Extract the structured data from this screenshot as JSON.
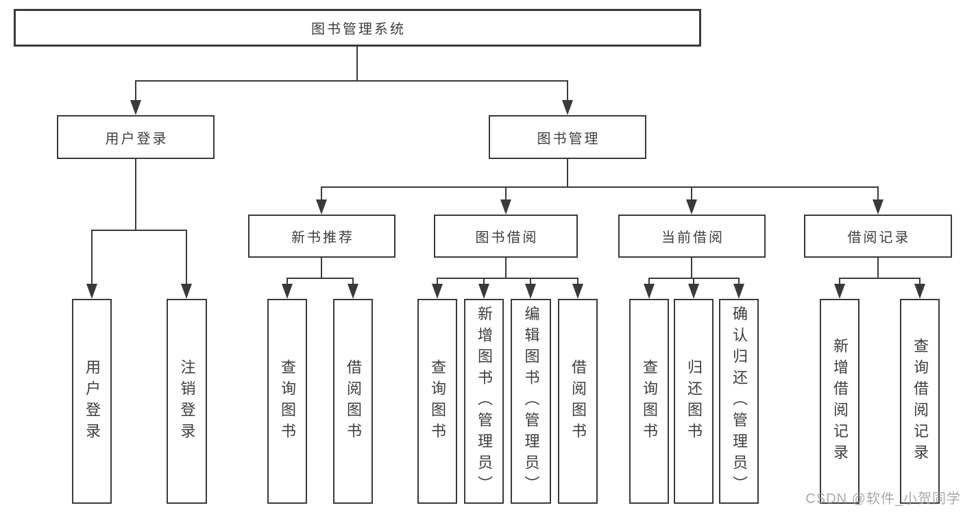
{
  "colors": {
    "line": "#3a3a3a",
    "text": "#3d3d3d",
    "box_background": "#ffffff",
    "watermark": "#9e9e9e"
  },
  "root": {
    "label": "图书管理系统"
  },
  "branches": {
    "user_login": {
      "label": "用户登录",
      "children": {
        "login": {
          "label": "用户登录"
        },
        "logout": {
          "label": "注销登录"
        }
      }
    },
    "book_mgmt": {
      "label": "图书管理",
      "children": {
        "new_books": {
          "label": "新书推荐",
          "children": {
            "query": {
              "label": "查询图书"
            },
            "borrow": {
              "label": "借阅图书"
            }
          }
        },
        "book_borrow": {
          "label": "图书借阅",
          "children": {
            "query": {
              "label": "查询图书"
            },
            "add": {
              "label": "新增图书（管理员）"
            },
            "edit": {
              "label": "编辑图书（管理员）"
            },
            "borrow": {
              "label": "借阅图书"
            }
          }
        },
        "current_borrow": {
          "label": "当前借阅",
          "children": {
            "query": {
              "label": "查询图书"
            },
            "return": {
              "label": "归还图书"
            },
            "confirm": {
              "label": "确认归还（管理员）"
            }
          }
        },
        "borrow_records": {
          "label": "借阅记录",
          "children": {
            "add": {
              "label": "新增借阅记录"
            },
            "query": {
              "label": "查询借阅记录"
            }
          }
        }
      }
    }
  },
  "watermark": "CSDN @软件_小贺同学"
}
